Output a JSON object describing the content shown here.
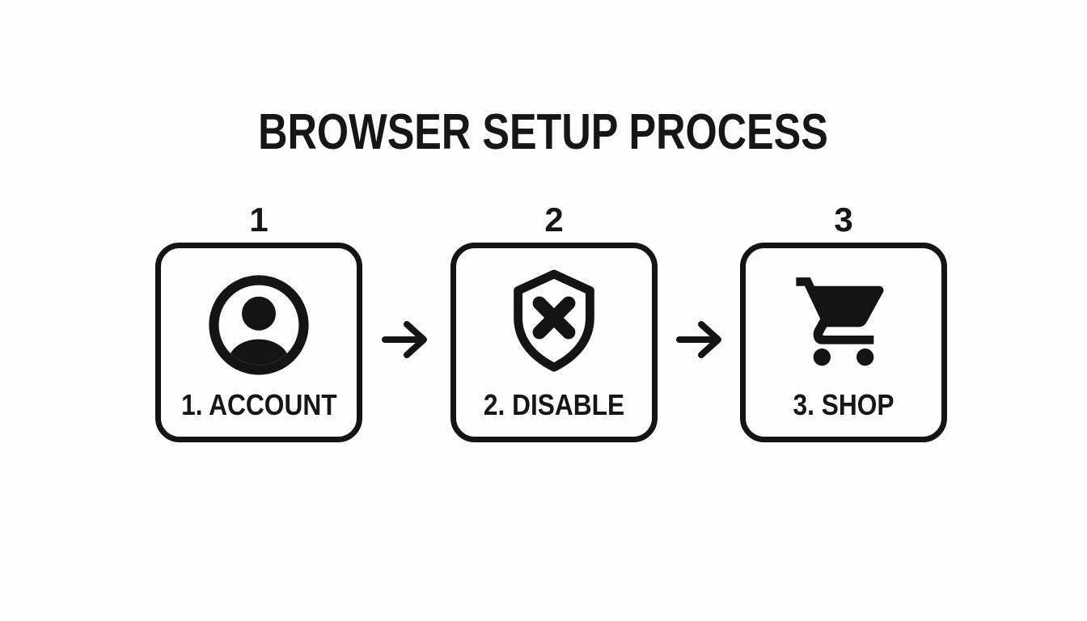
{
  "title": "BROWSER SETUP PROCESS",
  "steps": [
    {
      "number": "1",
      "label": "1. ACCOUNT",
      "icon": "account-circle-icon"
    },
    {
      "number": "2",
      "label": "2. DISABLE",
      "icon": "shield-x-icon"
    },
    {
      "number": "3",
      "label": "3. SHOP",
      "icon": "shopping-cart-icon"
    }
  ],
  "arrows": {
    "icon": "right-arrow-icon",
    "count": 2
  },
  "colors": {
    "ink": "#161616",
    "background": "#fdfdfd"
  }
}
